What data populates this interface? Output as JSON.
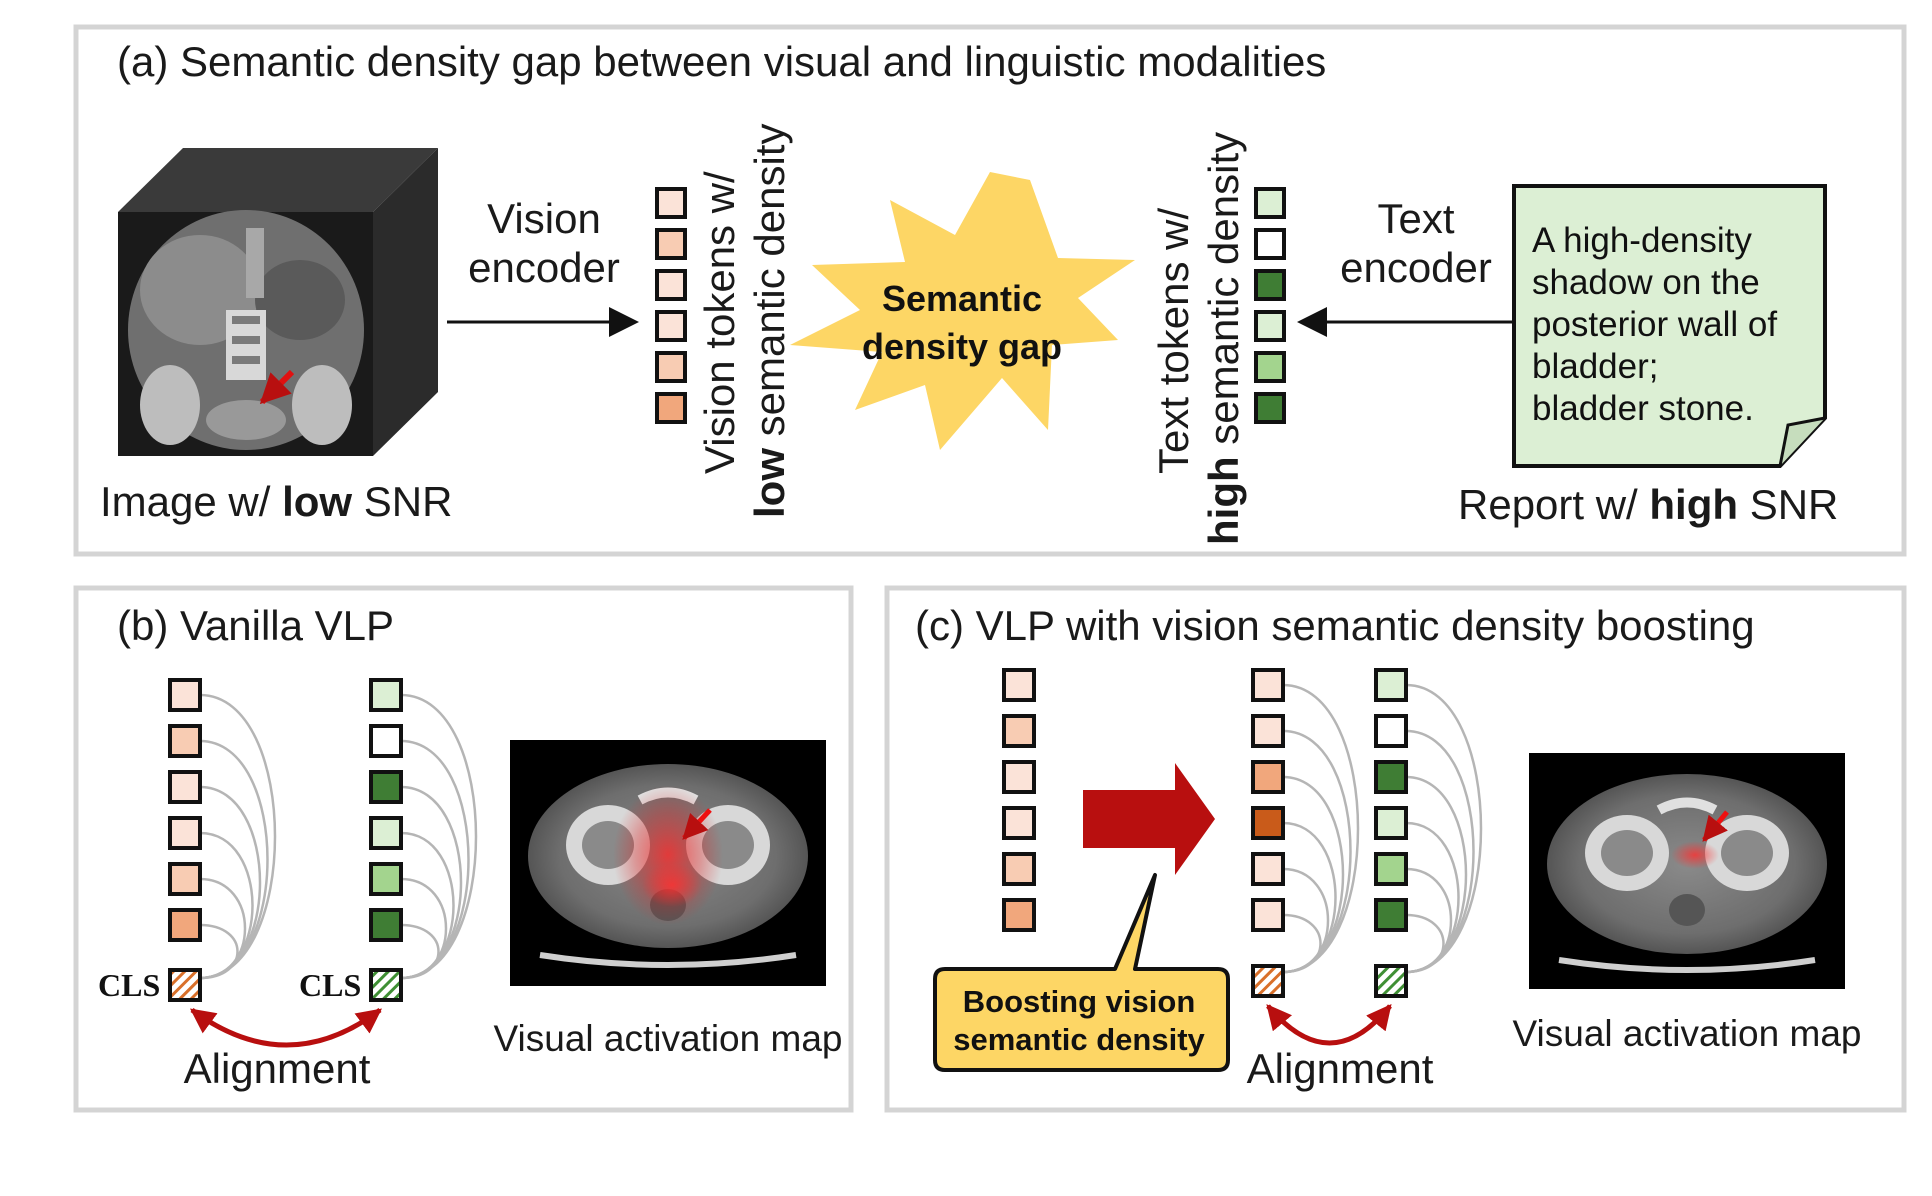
{
  "panel_a": {
    "title": "(a) Semantic density gap between visual and linguistic modalities",
    "image_caption": {
      "pre": "Image w/ ",
      "bold": "low",
      "post": " SNR"
    },
    "vision_encoder_label": {
      "line1": "Vision",
      "line2": "encoder"
    },
    "vision_tokens_label": {
      "line1": "Vision tokens w/",
      "line2_bold": "low",
      "line2_rest": " semantic density"
    },
    "gap_label": {
      "line1": "Semantic",
      "line2": "density gap"
    },
    "text_tokens_label": {
      "line1": "Text tokens w/",
      "line2_bold": "high",
      "line2_rest": " semantic density"
    },
    "text_encoder_label": {
      "line1": "Text",
      "line2": "encoder"
    },
    "report_text": [
      "A high-density",
      "shadow on the",
      "posterior wall of",
      "bladder;",
      "bladder stone."
    ],
    "report_caption": {
      "pre": "Report w/ ",
      "bold": "high",
      "post": " SNR"
    },
    "vision_token_colors": [
      "#fbe3d8",
      "#f8ccb3",
      "#fbe3d8",
      "#fbe3d8",
      "#f8ccb3",
      "#f1a77c"
    ],
    "text_token_colors": [
      "#dcefd4",
      "#ffffff",
      "#3f7d34",
      "#dcefd4",
      "#a3d48e",
      "#3f7d34"
    ]
  },
  "panel_b": {
    "title": "(b) Vanilla VLP",
    "cls_label": "CLS",
    "alignment_label": "Alignment",
    "map_caption": "Visual activation map",
    "vision_token_colors": [
      "#fbe3d8",
      "#f8ccb3",
      "#fbe3d8",
      "#fbe3d8",
      "#f8ccb3",
      "#f1a77c"
    ],
    "text_token_colors": [
      "#dcefd4",
      "#ffffff",
      "#3f7d34",
      "#dcefd4",
      "#a3d48e",
      "#3f7d34"
    ]
  },
  "panel_c": {
    "title": "(c) VLP with vision semantic density boosting",
    "boost_label": {
      "line1": "Boosting vision",
      "line2": "semantic density"
    },
    "alignment_label": "Alignment",
    "map_caption": "Visual activation map",
    "input_token_colors": [
      "#fbe3d8",
      "#f8ccb3",
      "#fbe3d8",
      "#fbe3d8",
      "#f8ccb3",
      "#f1a77c"
    ],
    "boosted_token_colors": [
      "#fbe3d8",
      "#fbe3d8",
      "#f1a77c",
      "#c95b1a",
      "#fbe3d8",
      "#fbe3d8"
    ],
    "text_token_colors": [
      "#dcefd4",
      "#ffffff",
      "#3f7d34",
      "#dcefd4",
      "#a3d48e",
      "#3f7d34"
    ]
  },
  "colors": {
    "arrow_red": "#b80f0f",
    "burst_yellow": "#fdd665",
    "callout_yellow": "#fdd665",
    "report_green": "#dcefd4",
    "panel_border": "#d4d4d4"
  }
}
